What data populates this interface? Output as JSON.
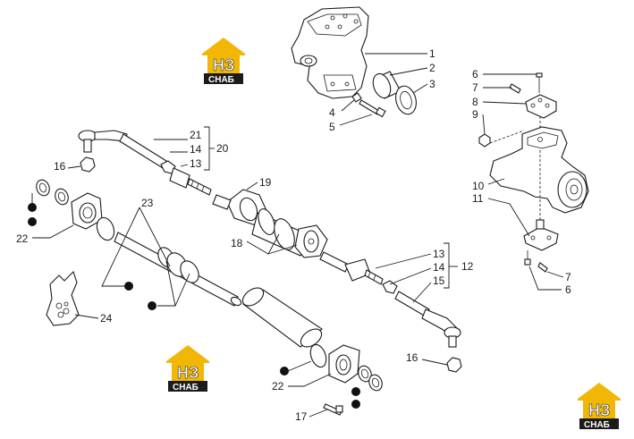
{
  "diagram": {
    "callouts": {
      "c1": "1",
      "c2": "2",
      "c3": "3",
      "c4": "4",
      "c5": "5",
      "c6a": "6",
      "c7a": "7",
      "c8": "8",
      "c9": "9",
      "c10": "10",
      "c11": "11",
      "c7b": "7",
      "c6b": "6",
      "c21": "21",
      "c14a": "14",
      "c13a": "13",
      "c20": "20",
      "c16a": "16",
      "c19": "19",
      "c23": "23",
      "c22a": "22",
      "c18": "18",
      "c24": "24",
      "c13b": "13",
      "c14b": "14",
      "c12": "12",
      "c15": "15",
      "c16b": "16",
      "c22b": "22",
      "c17": "17"
    },
    "logo": {
      "main": "НЗ",
      "sub": "СНАБ",
      "house_color": "#f2b705",
      "box_color": "#1b1b1b"
    }
  }
}
